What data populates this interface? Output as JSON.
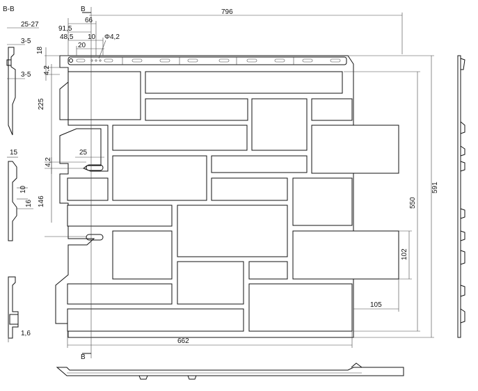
{
  "section_label": "B-B",
  "section_marker": "B",
  "dimensions": {
    "overall_width": "796",
    "overall_height": "591",
    "inner_height": "550",
    "bottom_width": "662",
    "d_66": "66",
    "d_91_5": "91,5",
    "d_48_5": "48,5",
    "d_10_top": "10",
    "d_20": "20",
    "d_hole": "Φ4,2",
    "d_18": "18",
    "d_4_2_top": "4,2",
    "d_225": "225",
    "d_4_2_mid": "4,2",
    "d_25": "25",
    "d_146": "146",
    "d_102": "102",
    "d_105": "105"
  },
  "section_dimensions": {
    "d_25_27": "25-27",
    "d_3_5_a": "3-5",
    "d_3_5_b": "3-5",
    "d_15": "15",
    "d_10": "10",
    "d_16": "16",
    "d_1_6": "1,6"
  }
}
